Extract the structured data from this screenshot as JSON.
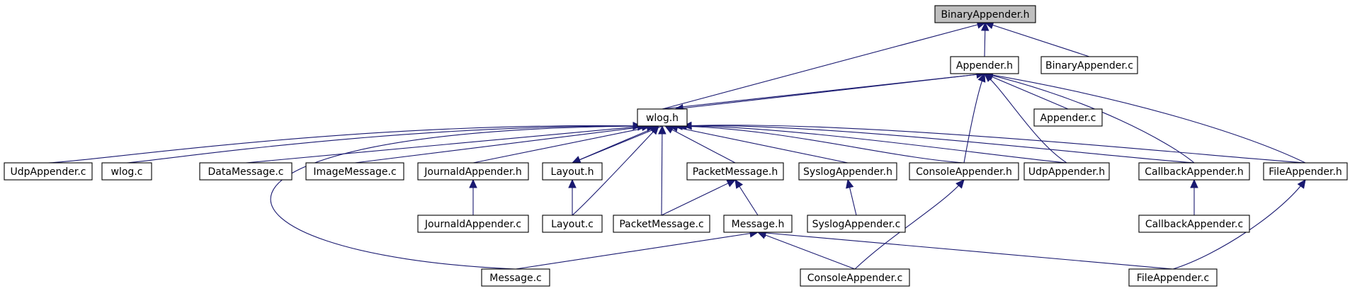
{
  "graph": {
    "nodes": [
      {
        "id": "binaryappender_h",
        "label": "BinaryAppender.h",
        "root": true
      },
      {
        "id": "appender_h",
        "label": "Appender.h"
      },
      {
        "id": "binaryappender_c",
        "label": "BinaryAppender.c"
      },
      {
        "id": "wlog_h",
        "label": "wlog.h"
      },
      {
        "id": "appender_c",
        "label": "Appender.c"
      },
      {
        "id": "udpappender_c",
        "label": "UdpAppender.c"
      },
      {
        "id": "wlog_c",
        "label": "wlog.c"
      },
      {
        "id": "datamessage_c",
        "label": "DataMessage.c"
      },
      {
        "id": "imagemessage_c",
        "label": "ImageMessage.c"
      },
      {
        "id": "journaldappender_h",
        "label": "JournaldAppender.h"
      },
      {
        "id": "layout_h",
        "label": "Layout.h"
      },
      {
        "id": "packetmessage_h",
        "label": "PacketMessage.h"
      },
      {
        "id": "syslogappender_h",
        "label": "SyslogAppender.h"
      },
      {
        "id": "consoleappender_h",
        "label": "ConsoleAppender.h"
      },
      {
        "id": "udpappender_h",
        "label": "UdpAppender.h"
      },
      {
        "id": "callbackappender_h",
        "label": "CallbackAppender.h"
      },
      {
        "id": "fileappender_h",
        "label": "FileAppender.h"
      },
      {
        "id": "journaldappender_c",
        "label": "JournaldAppender.c"
      },
      {
        "id": "layout_c",
        "label": "Layout.c"
      },
      {
        "id": "packetmessage_c",
        "label": "PacketMessage.c"
      },
      {
        "id": "message_h",
        "label": "Message.h"
      },
      {
        "id": "syslogappender_c",
        "label": "SyslogAppender.c"
      },
      {
        "id": "callbackappender_c",
        "label": "CallbackAppender.c"
      },
      {
        "id": "message_c",
        "label": "Message.c"
      },
      {
        "id": "consoleappender_c",
        "label": "ConsoleAppender.c"
      },
      {
        "id": "fileappender_c",
        "label": "FileAppender.c"
      }
    ],
    "edges": [
      {
        "from": "appender_h",
        "to": "binaryappender_h"
      },
      {
        "from": "binaryappender_c",
        "to": "binaryappender_h"
      },
      {
        "from": "wlog_h",
        "to": "binaryappender_h"
      },
      {
        "from": "wlog_h",
        "to": "appender_h"
      },
      {
        "from": "appender_h",
        "to": "wlog_h"
      },
      {
        "from": "appender_c",
        "to": "appender_h"
      },
      {
        "from": "consoleappender_h",
        "to": "appender_h"
      },
      {
        "from": "udpappender_h",
        "to": "appender_h"
      },
      {
        "from": "callbackappender_h",
        "to": "appender_h"
      },
      {
        "from": "fileappender_h",
        "to": "appender_h"
      },
      {
        "from": "udpappender_c",
        "to": "wlog_h"
      },
      {
        "from": "wlog_c",
        "to": "wlog_h"
      },
      {
        "from": "message_c",
        "to": "wlog_h"
      },
      {
        "from": "datamessage_c",
        "to": "wlog_h"
      },
      {
        "from": "imagemessage_c",
        "to": "wlog_h"
      },
      {
        "from": "journaldappender_h",
        "to": "wlog_h"
      },
      {
        "from": "layout_h",
        "to": "wlog_h"
      },
      {
        "from": "wlog_h",
        "to": "layout_h"
      },
      {
        "from": "layout_c",
        "to": "wlog_h"
      },
      {
        "from": "packetmessage_c",
        "to": "wlog_h"
      },
      {
        "from": "packetmessage_h",
        "to": "wlog_h"
      },
      {
        "from": "syslogappender_h",
        "to": "wlog_h"
      },
      {
        "from": "consoleappender_h",
        "to": "wlog_h"
      },
      {
        "from": "udpappender_h",
        "to": "wlog_h"
      },
      {
        "from": "callbackappender_h",
        "to": "wlog_h"
      },
      {
        "from": "fileappender_h",
        "to": "wlog_h"
      },
      {
        "from": "journaldappender_c",
        "to": "journaldappender_h"
      },
      {
        "from": "layout_c",
        "to": "layout_h"
      },
      {
        "from": "packetmessage_c",
        "to": "packetmessage_h"
      },
      {
        "from": "message_h",
        "to": "packetmessage_h"
      },
      {
        "from": "syslogappender_c",
        "to": "syslogappender_h"
      },
      {
        "from": "consoleappender_c",
        "to": "consoleappender_h"
      },
      {
        "from": "callbackappender_c",
        "to": "callbackappender_h"
      },
      {
        "from": "fileappender_c",
        "to": "fileappender_h"
      },
      {
        "from": "message_c",
        "to": "message_h"
      },
      {
        "from": "consoleappender_c",
        "to": "message_h"
      },
      {
        "from": "fileappender_c",
        "to": "message_h"
      }
    ]
  }
}
